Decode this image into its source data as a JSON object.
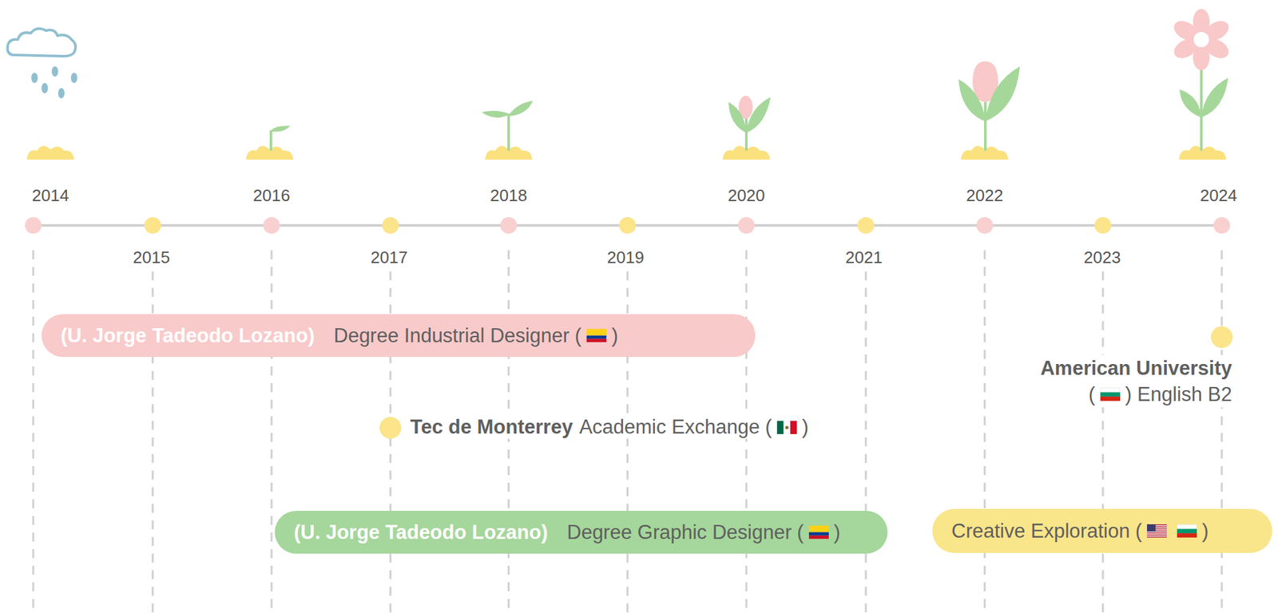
{
  "diagram": {
    "nodes": [
      {
        "text": [
          "(U. Jorge Tadeodo Lozano)",
          "Degree Industrial Designer (",
          ")"
        ]
      },
      {
        "text": [
          "(U. Jorge Tadeodo Lozano)",
          "Degree Graphic Designer (",
          ")"
        ]
      },
      {
        "text": [
          "Creative Exploration (",
          ")"
        ]
      }
    ],
    "labels": [
      "2014",
      "2016",
      "2018",
      "2020",
      "2022",
      "2024",
      "2015",
      "2017",
      "2019",
      "2021",
      "2023",
      "Tec de Monterrey",
      "Academic Exchange (",
      ")",
      "American University",
      "(",
      ") English B2"
    ]
  }
}
